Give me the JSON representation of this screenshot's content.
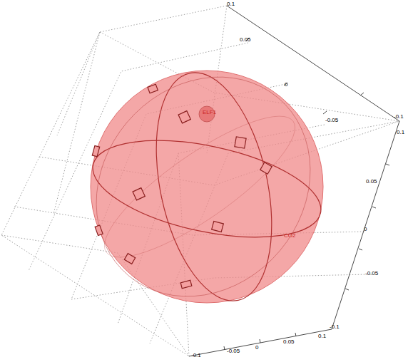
{
  "diagram": {
    "labels": [
      "0.1",
      "0.05",
      "0",
      "-0.05",
      "-0.1",
      "0.1",
      "0.05",
      "0",
      "-0.05",
      "-0.1",
      "-0.1",
      "-0.05",
      "0",
      "0.05",
      "0.1",
      "ELF1",
      "CO2"
    ]
  }
}
